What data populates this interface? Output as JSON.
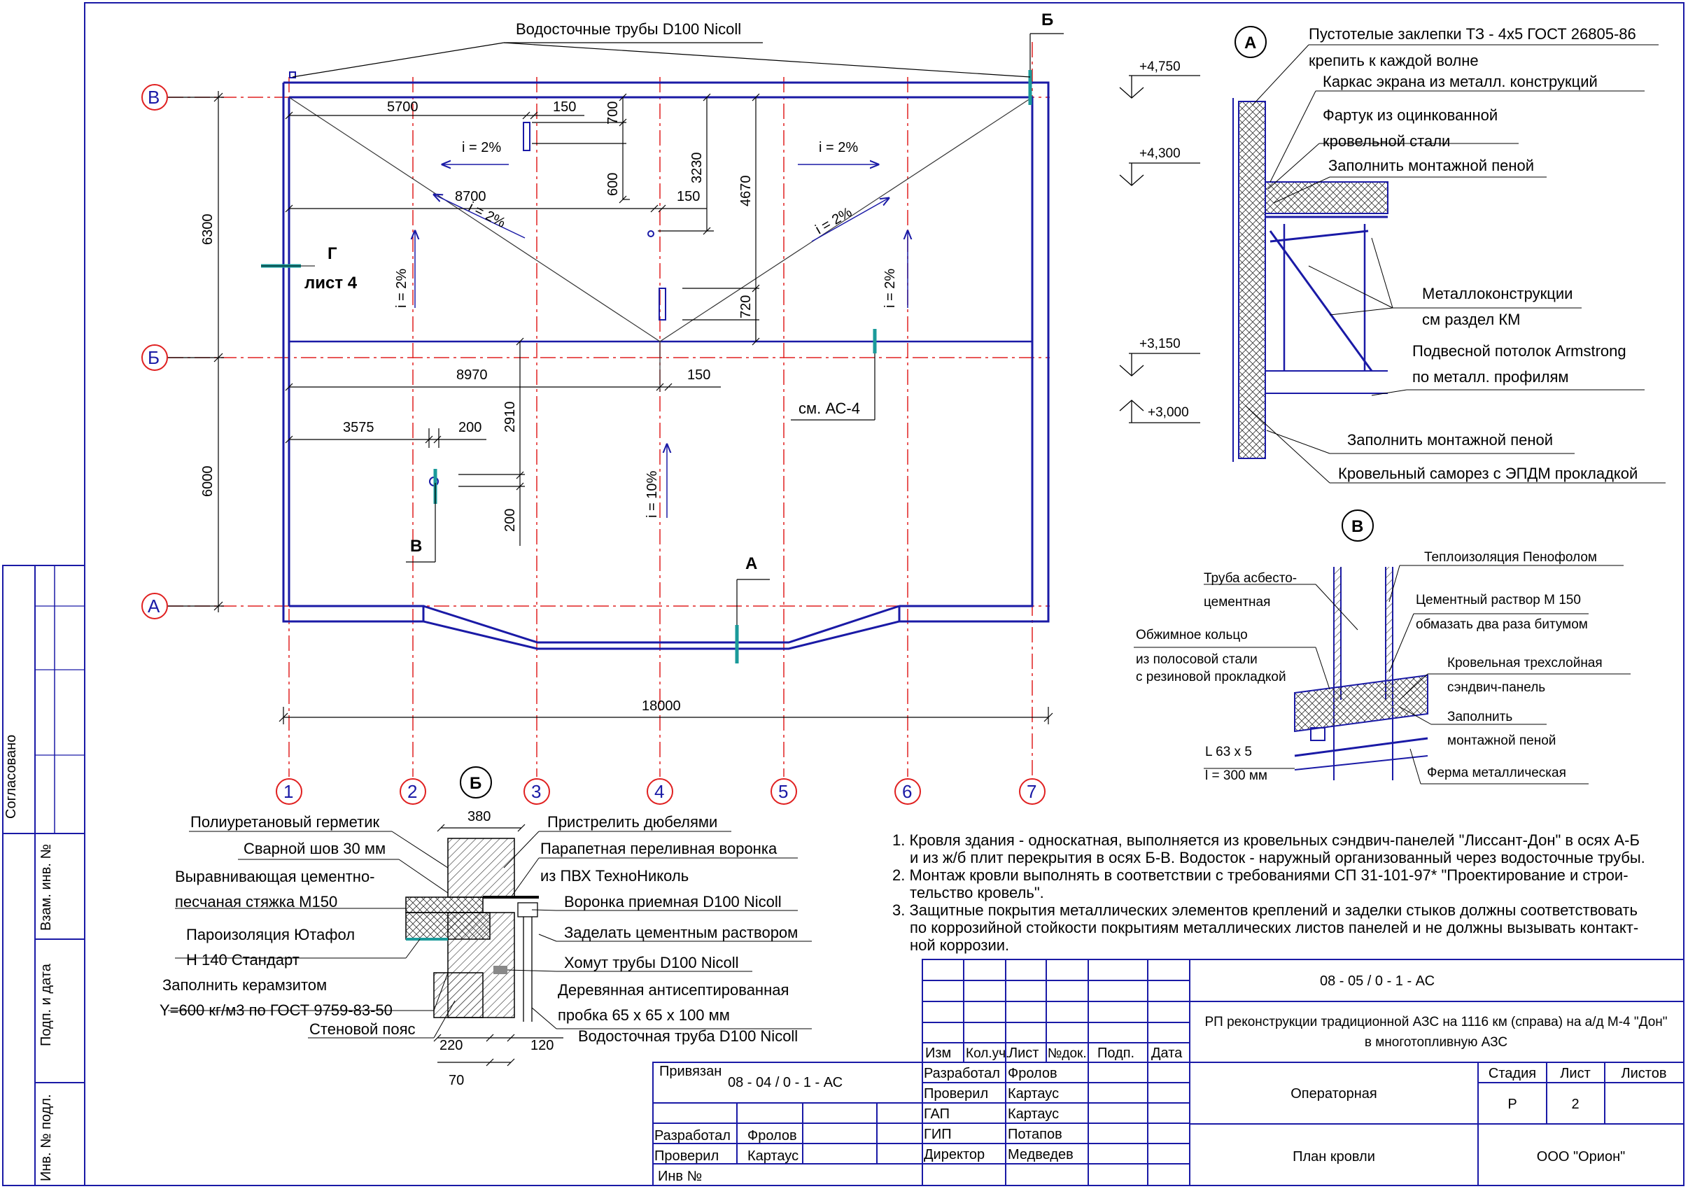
{
  "plan": {
    "drain_pipes": "Водосточные трубы D100 Nicoll",
    "axis_rows": [
      "В",
      "Б",
      "А"
    ],
    "axis_cols": [
      "1",
      "2",
      "3",
      "4",
      "5",
      "6",
      "7"
    ],
    "dimensions": {
      "d5700": "5700",
      "d150a": "150",
      "d700": "700",
      "d600": "600",
      "d3230": "3230",
      "d4670": "4670",
      "d8700": "8700",
      "d150b": "150",
      "d720": "720",
      "d8970": "8970",
      "d150c": "150",
      "d3575": "3575",
      "d200a": "200",
      "d2910": "2910",
      "d200b": "200",
      "d6300": "6300",
      "d6000": "6000",
      "d18000": "18000"
    },
    "slopes": {
      "s1": "i = 2%",
      "s2": "i = 2%",
      "s3": "i = 2%",
      "s4": "i = 2%",
      "s5": "i = 2%",
      "s6": "i = 2%",
      "s7": "i = 10%"
    },
    "callouts": {
      "g_mark": "Г",
      "g_sheet": "лист 4",
      "b_mark_top": "Б",
      "see_ac4": "см. АС-4",
      "a_mark": "А",
      "v_mark": "В"
    }
  },
  "detail_a": {
    "mark": "А",
    "levels": [
      "+4,750",
      "+4,300",
      "+3,150",
      "+3,000"
    ],
    "labels": [
      "Пустотелые заклепки ТЗ - 4х5 ГОСТ 26805-86",
      "крепить к каждой волне",
      "Каркас экрана из металл. конструкций",
      "Фартук из оцинкованной",
      "кровельной стали",
      "Заполнить монтажной пеной",
      "Металлоконструкции",
      "см раздел КМ",
      "Подвесной потолок Armstrong",
      "по металл. профилям",
      "Заполнить монтажной пеной",
      "Кровельный саморез с ЭПДМ прокладкой"
    ]
  },
  "detail_v": {
    "mark": "В",
    "labels": [
      "Теплоизоляция Пенофолом",
      "Труба асбесто-",
      "цементная",
      "Цементный раствор М 150",
      "обмазать два раза битумом",
      "Обжимное кольцо",
      "из полосовой стали",
      "с резиновой прокладкой",
      "Кровельная трехслойная",
      "сэндвич-панель",
      "Заполнить",
      "монтажной пеной",
      "L 63 х 5",
      "l = 300 мм",
      "Ферма металлическая"
    ]
  },
  "detail_b": {
    "mark": "Б",
    "dims": {
      "w380": "380",
      "w220": "220",
      "w120": "120",
      "w70": "70"
    },
    "left_labels": [
      "Полиуретановый герметик",
      "Сварной шов 30 мм",
      "Выравнивающая цементно-",
      "песчаная стяжка М150",
      "Пароизоляция Ютафол",
      "Н 140 Стандарт",
      "Заполнить керамзитом",
      "Y=600 кг/м3 по ГОСТ 9759-83-50",
      "Стеновой пояс"
    ],
    "right_labels": [
      "Пристрелить дюбелями",
      "Парапетная переливная воронка",
      "из ПВХ ТехноНиколь",
      "Воронка приемная D100 Nicoll",
      "Заделать цементным раствором",
      "Хомут трубы D100 Nicoll",
      "Деревянная антисептированная",
      "пробка 65 х 65 х 100 мм",
      "Водосточная труба D100 Nicoll"
    ]
  },
  "notes": [
    "1. Кровля здания - односкатная, выполняется из кровельных сэндвич-панелей \"Лиссант-Дон\" в осях А-Б",
    "и из ж/б плит перекрытия в осях Б-В. Водосток - наружный организованный через водосточные трубы.",
    "2. Монтаж кровли выполнять в соответствии с требованиями СП 31-101-97* \"Проектирование и строи-",
    "тельство кровель\".",
    "3. Защитные покрытия металлических элементов креплений и заделки стыков должны соответствовать",
    "по коррозийной стойкости покрытиям металлических листов панелей и не должны вызывать контакт-",
    "ной коррозии."
  ],
  "side_stamp": {
    "agreed": "Согласовано",
    "exch": "Взам. инв. №",
    "sign_date": "Подп. и дата",
    "orig_inv": "Инв. № подл."
  },
  "tie_block": {
    "tied": "Привязан",
    "code": "08 - 04 / 0 - 1 - АС",
    "developed_role": "Разработал",
    "developed_name": "Фролов",
    "checked_role": "Проверил",
    "checked_name": "Картаус",
    "inv": "Инв №"
  },
  "title_block": {
    "code": "08 - 05 / 0 - 1 - АС",
    "project_line1": "РП реконструкции традиционной АЗС на 1116 км (справа) на а/д М-4 \"Дон\"",
    "project_line2": "в многотопливную АЗС",
    "headers": [
      "Изм",
      "Кол.уч.",
      "Лист",
      "№док.",
      "Подп.",
      "Дата"
    ],
    "people": [
      {
        "role": "Разработал",
        "name": "Фролов"
      },
      {
        "role": "Проверил",
        "name": "Картаус"
      },
      {
        "role": "ГАП",
        "name": "Картаус"
      },
      {
        "role": "ГИП",
        "name": "Потапов"
      },
      {
        "role": "Директор",
        "name": "Медведев"
      }
    ],
    "building": "Операторная",
    "sheet_title": "План кровли",
    "stage_label": "Стадия",
    "sheet_label": "Лист",
    "sheets_label": "Листов",
    "stage": "Р",
    "sheet": "2",
    "sheets": "",
    "company": "ООО \"Орион\""
  }
}
